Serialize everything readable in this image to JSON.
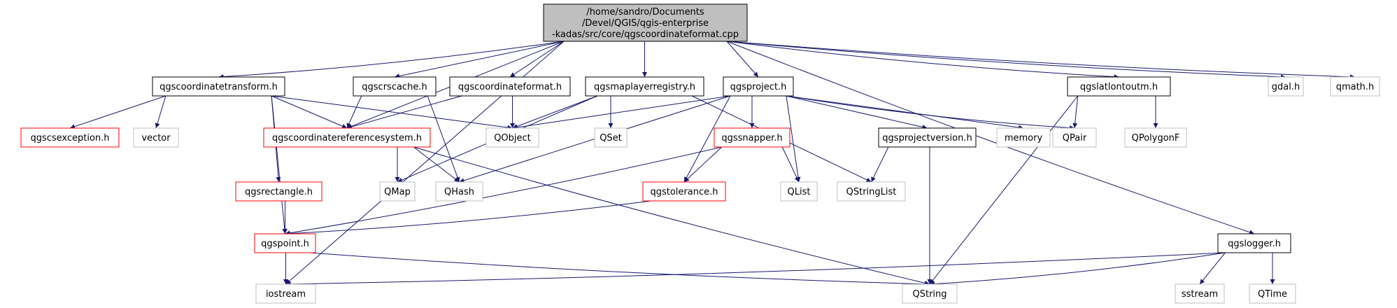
{
  "colors": {
    "edge": "#191970",
    "root_fill": "#bfbfbf",
    "documented_border": "#000000",
    "documented_text": "#000000",
    "undocumented_border": "#bfbfbf",
    "undocumented_text": "#a0a0a0",
    "incomplete_border": "#ff0000"
  },
  "nodes": {
    "root": {
      "lines": [
        "/home/sandro/Documents",
        "/Devel/QGIS/qgis-enterprise",
        "-kadas/src/core/qgscoordinateformat.cpp"
      ],
      "style": "root"
    },
    "qgscoordinatetransform": {
      "label": "qgscoordinatetransform.h",
      "style": "documented"
    },
    "qgscrscache": {
      "label": "qgscrscache.h",
      "style": "documented"
    },
    "qgscoordinateformat": {
      "label": "qgscoordinateformat.h",
      "style": "documented"
    },
    "qgsmaplayerregistry": {
      "label": "qgsmaplayerregistry.h",
      "style": "documented"
    },
    "qgsproject": {
      "label": "qgsproject.h",
      "style": "documented"
    },
    "qgslatlontoutm": {
      "label": "qgslatlontoutm.h",
      "style": "documented"
    },
    "gdal": {
      "label": "gdal.h",
      "style": "external"
    },
    "qmath": {
      "label": "qmath.h",
      "style": "external"
    },
    "qgscsexception": {
      "label": "qgscsexception.h",
      "style": "incomplete"
    },
    "vector": {
      "label": "vector",
      "style": "external"
    },
    "qgscoordinatereferencesystem": {
      "label": "qgscoordinatereferencesystem.h",
      "style": "incomplete"
    },
    "qobject": {
      "label": "QObject",
      "style": "external"
    },
    "qset": {
      "label": "QSet",
      "style": "external"
    },
    "qgssnapper": {
      "label": "qgssnapper.h",
      "style": "incomplete"
    },
    "qgsprojectversion": {
      "label": "qgsprojectversion.h",
      "style": "documented"
    },
    "memory": {
      "label": "memory",
      "style": "external"
    },
    "qpair": {
      "label": "QPair",
      "style": "external"
    },
    "qpolygonf": {
      "label": "QPolygonF",
      "style": "external"
    },
    "qgsrectangle": {
      "label": "qgsrectangle.h",
      "style": "incomplete"
    },
    "qmap": {
      "label": "QMap",
      "style": "external"
    },
    "qhash": {
      "label": "QHash",
      "style": "external"
    },
    "qgstolerance": {
      "label": "qgstolerance.h",
      "style": "incomplete"
    },
    "qlist": {
      "label": "QList",
      "style": "external"
    },
    "qstringlist": {
      "label": "QStringList",
      "style": "external"
    },
    "qgspoint": {
      "label": "qgspoint.h",
      "style": "incomplete"
    },
    "qgslogger": {
      "label": "qgslogger.h",
      "style": "documented"
    },
    "iostream": {
      "label": "iostream",
      "style": "external"
    },
    "qstring": {
      "label": "QString",
      "style": "external"
    },
    "sstream": {
      "label": "sstream",
      "style": "external"
    },
    "qtime": {
      "label": "QTime",
      "style": "external"
    }
  },
  "edges": [
    [
      "root",
      "qgscoordinatetransform"
    ],
    [
      "root",
      "qgscrscache"
    ],
    [
      "root",
      "qgscoordinateformat"
    ],
    [
      "root",
      "qgsmaplayerregistry"
    ],
    [
      "root",
      "qgsproject"
    ],
    [
      "root",
      "qgslatlontoutm"
    ],
    [
      "root",
      "gdal"
    ],
    [
      "root",
      "qmath"
    ],
    [
      "root",
      "qgscoordinatereferencesystem"
    ],
    [
      "root",
      "iostream"
    ],
    [
      "root",
      "qgslogger"
    ],
    [
      "qgscoordinatetransform",
      "qgscsexception"
    ],
    [
      "qgscoordinatetransform",
      "vector"
    ],
    [
      "qgscoordinatetransform",
      "qgscoordinatereferencesystem"
    ],
    [
      "qgscoordinatetransform",
      "qobject"
    ],
    [
      "qgscoordinatetransform",
      "qgsrectangle"
    ],
    [
      "qgscoordinatetransform",
      "qgspoint"
    ],
    [
      "qgscrscache",
      "qgscoordinatereferencesystem"
    ],
    [
      "qgscrscache",
      "qhash"
    ],
    [
      "qgscoordinateformat",
      "qgscoordinatereferencesystem"
    ],
    [
      "qgscoordinateformat",
      "qobject"
    ],
    [
      "qgsmaplayerregistry",
      "qobject"
    ],
    [
      "qgsmaplayerregistry",
      "qset"
    ],
    [
      "qgsmaplayerregistry",
      "qmap"
    ],
    [
      "qgsmaplayerregistry",
      "qstringlist"
    ],
    [
      "qgsproject",
      "qobject"
    ],
    [
      "qgsproject",
      "qgssnapper"
    ],
    [
      "qgsproject",
      "qgstolerance"
    ],
    [
      "qgsproject",
      "qlist"
    ],
    [
      "qgsproject",
      "qgsprojectversion"
    ],
    [
      "qgsproject",
      "memory"
    ],
    [
      "qgsproject",
      "qpair"
    ],
    [
      "qgsproject",
      "qhash"
    ],
    [
      "qgslatlontoutm",
      "qpair"
    ],
    [
      "qgslatlontoutm",
      "qpolygonf"
    ],
    [
      "qgslatlontoutm",
      "qstring"
    ],
    [
      "qgscoordinatereferencesystem",
      "qmap"
    ],
    [
      "qgscoordinatereferencesystem",
      "qhash"
    ],
    [
      "qgscoordinatereferencesystem",
      "qstring"
    ],
    [
      "qgssnapper",
      "qgstolerance"
    ],
    [
      "qgssnapper",
      "qlist"
    ],
    [
      "qgssnapper",
      "qgspoint"
    ],
    [
      "qgsprojectversion",
      "qstringlist"
    ],
    [
      "qgsprojectversion",
      "qstring"
    ],
    [
      "qgsrectangle",
      "qgspoint"
    ],
    [
      "qgstolerance",
      "qgspoint"
    ],
    [
      "qgspoint",
      "iostream"
    ],
    [
      "qgspoint",
      "qstring"
    ],
    [
      "qgslogger",
      "iostream"
    ],
    [
      "qgslogger",
      "qstring"
    ],
    [
      "qgslogger",
      "sstream"
    ],
    [
      "qgslogger",
      "qtime"
    ]
  ]
}
